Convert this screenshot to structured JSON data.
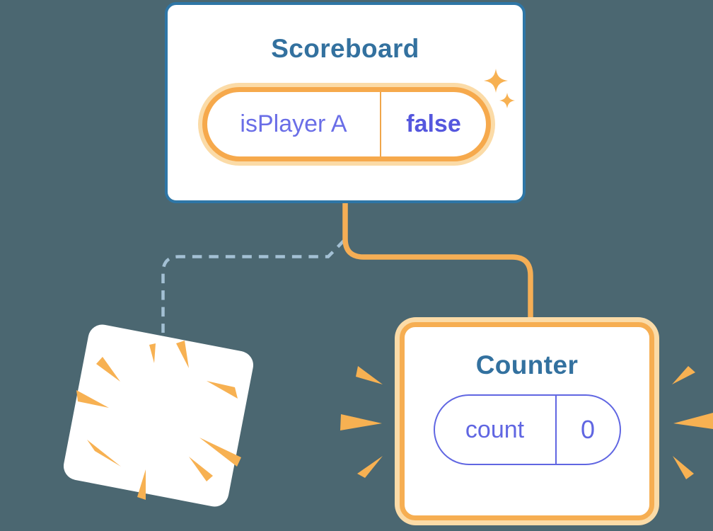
{
  "canvas": {
    "background_color": "#4B6771"
  },
  "palette": {
    "card_background": "#FFFFFF",
    "scoreboard_border_blue": "#2E76A6",
    "title_teal": "#33719F",
    "state_key_purple": "#6A6EE7",
    "state_value_purple_bold": "#5557DE",
    "counter_pill_purple": "#6066E2",
    "highlight_pill_orange": "#F6A94C",
    "highlight_glow_orange": "#FBDBA7",
    "connector_orange": "#F5AE55",
    "dashed_connector_blue": "#A3C0D4",
    "burst_orange": "#F7B152"
  },
  "scoreboard": {
    "title": "Scoreboard",
    "state": {
      "key": "isPlayer A",
      "value": "false"
    }
  },
  "counter": {
    "title": "Counter",
    "state": {
      "key": "count",
      "value": "0"
    }
  },
  "icons": {
    "sparkles": "two four-point star glyphs, orange",
    "poof": "tilted white rounded card with radiating orange burst wedges",
    "emphasis": "orange attention wedges flanking the counter card"
  }
}
